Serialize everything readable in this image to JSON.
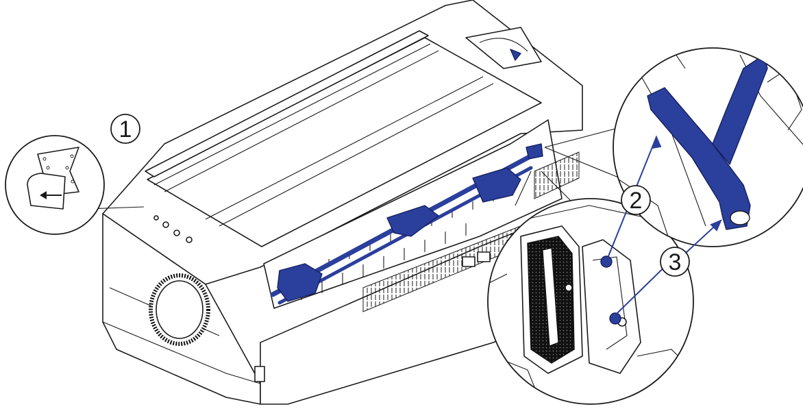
{
  "callouts": [
    {
      "id": "1",
      "label": "1"
    },
    {
      "id": "2",
      "label": "2"
    },
    {
      "id": "3",
      "label": "3"
    }
  ],
  "colors": {
    "tractor_blue": "#2b3f9c",
    "outline": "#1a1a1a",
    "background": "#ffffff"
  }
}
